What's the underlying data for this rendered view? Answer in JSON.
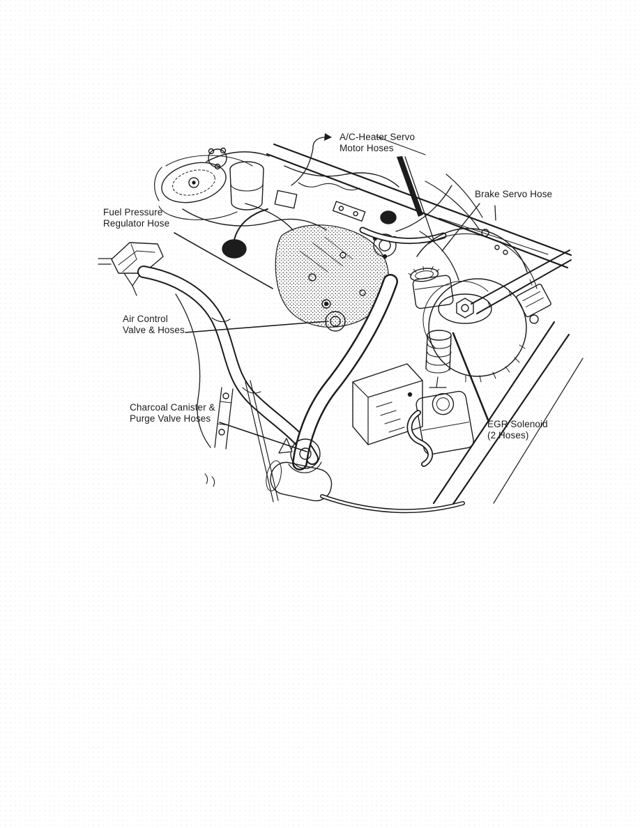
{
  "figure": {
    "type": "technical-illustration",
    "description": "Engine compartment overview line drawing with vacuum hose callouts",
    "ink_color": "#1c1c1c",
    "paper_color": "#ffffff"
  },
  "labels": {
    "ac_heater": {
      "text": "A/C-Heater Servo\nMotor Hoses"
    },
    "brake_servo": {
      "text": "Brake Servo Hose"
    },
    "fuel_pressure": {
      "text": "Fuel Pressure\nRegulator Hose"
    },
    "air_control": {
      "text": "Air Control\nValve & Hoses"
    },
    "charcoal": {
      "text": "Charcoal Canister &\nPurge Valve Hoses"
    },
    "egr": {
      "text": "EGR Solenoid\n(2 Hoses)"
    }
  }
}
